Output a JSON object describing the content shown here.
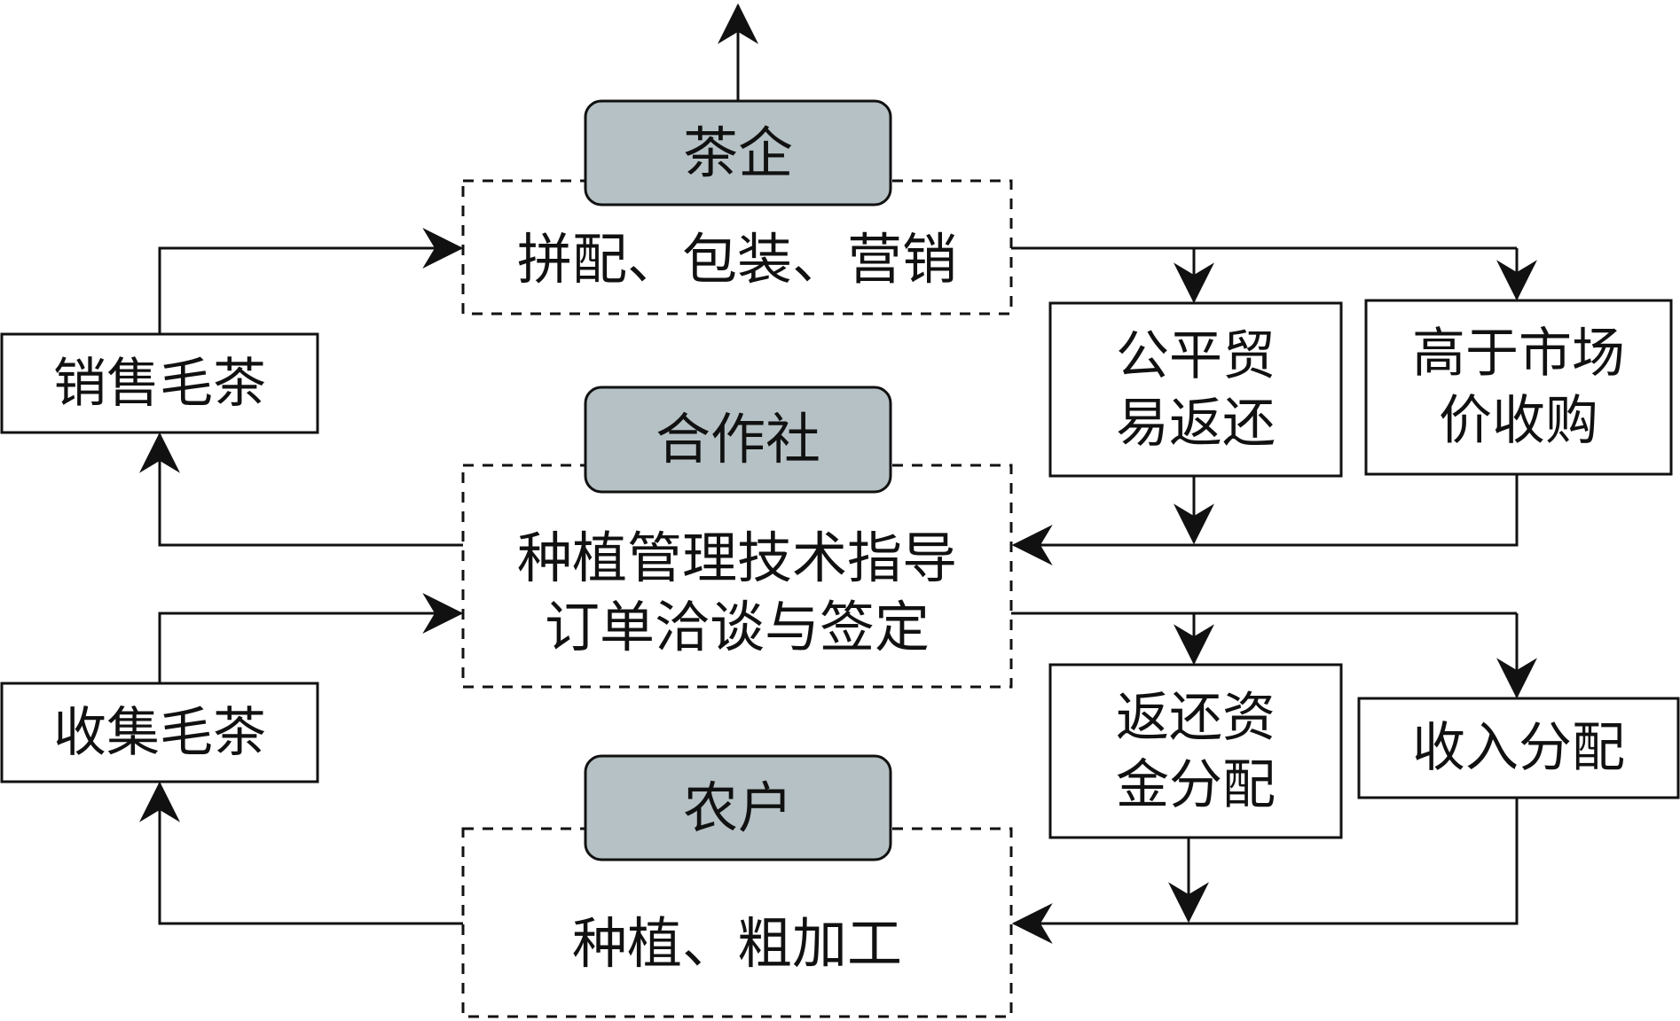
{
  "colors": {
    "stroke": "#111111",
    "actor_fill": "#b5c1c4",
    "background": "#ffffff"
  },
  "actors": {
    "tea_company": "茶企",
    "cooperative": "合作社",
    "farmer": "农户"
  },
  "activities": {
    "tea_company": "拼配、包装、营销",
    "cooperative": "种植管理技术指导\n订单洽谈与签定",
    "farmer": "种植、粗加工"
  },
  "left_boxes": {
    "sell_raw_tea": "销售毛茶",
    "collect_raw_tea": "收集毛茶"
  },
  "right_boxes": {
    "fair_trade_rebate": "公平贸\n易返还",
    "above_market_purchase": "高于市场\n价收购",
    "rebate_fund_distribution": "返还资\n金分配",
    "income_distribution": "收入分配"
  }
}
